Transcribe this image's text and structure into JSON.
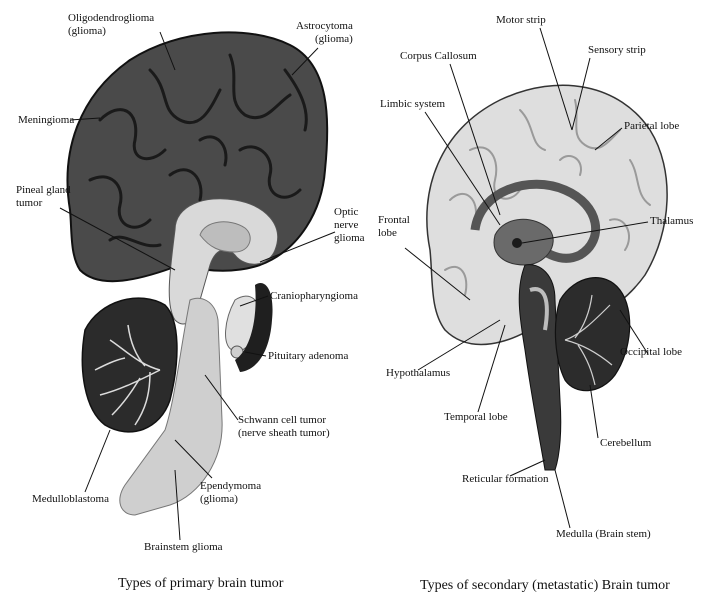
{
  "left": {
    "caption": "Types of primary brain tumor",
    "labels": {
      "oligodendroglioma": [
        "Oligodendroglioma",
        "(glioma)"
      ],
      "astrocytoma": [
        "Astrocytoma",
        "(glioma)"
      ],
      "meningioma": "Meningioma",
      "pineal": [
        "Pineal gland",
        "tumor"
      ],
      "optic": [
        "Optic",
        "nerve",
        "glioma"
      ],
      "craniopharyngioma": "Craniopharyngioma",
      "pituitary": "Pituitary adenoma",
      "schwann": [
        "Schwann cell tumor",
        "(nerve sheath tumor)"
      ],
      "ependymoma": [
        "Ependymoma",
        "(glioma)"
      ],
      "medulloblastoma": "Medulloblastoma",
      "brainstem": "Brainstem glioma"
    }
  },
  "right": {
    "caption": "Types of secondary (metastatic) Brain tumor",
    "labels": {
      "motor": "Motor strip",
      "corpus": "Corpus Callosum",
      "sensory": "Sensory strip",
      "limbic": "Limbic system",
      "parietal": "Parietal lobe",
      "frontal": [
        "Frontal",
        "lobe"
      ],
      "thalamus": "Thalamus",
      "occipital": "Occipital lobe",
      "hypothalamus": "Hypothalamus",
      "temporal": "Temporal lobe",
      "cerebellum": "Cerebellum",
      "reticular": "Reticular formation",
      "medulla": "Medulla (Brain stem)"
    }
  }
}
